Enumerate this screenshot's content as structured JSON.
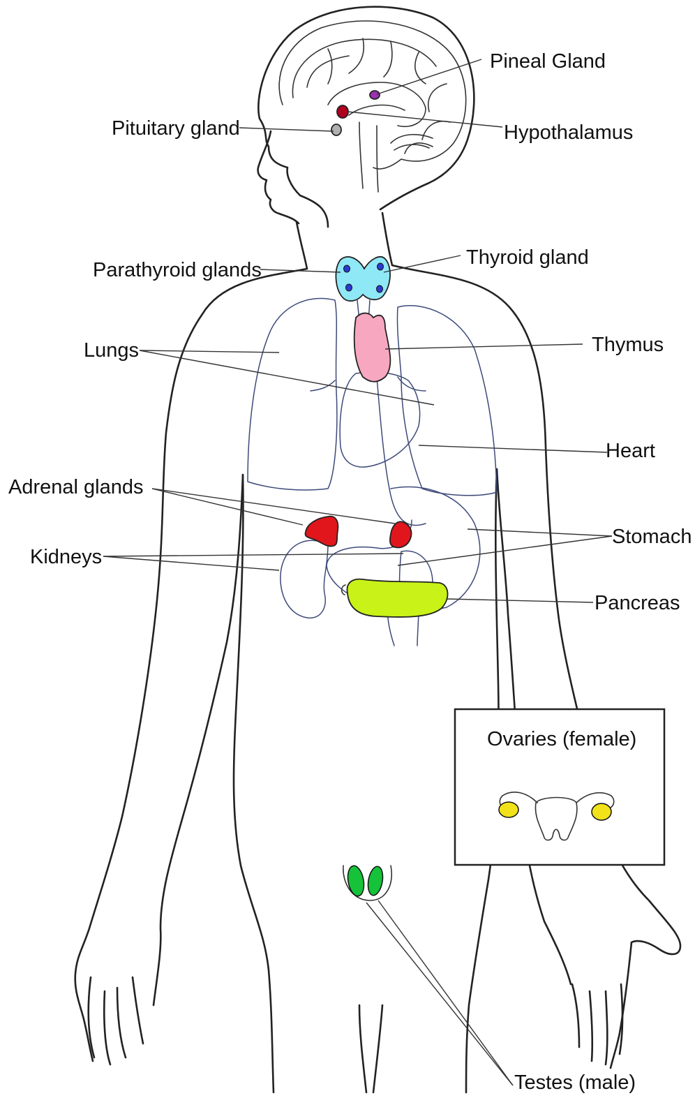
{
  "labels": {
    "pineal": "Pineal Gland",
    "pituitary": "Pituitary gland",
    "hypothalamus": "Hypothalamus",
    "parathyroid": "Parathyroid glands",
    "thyroid": "Thyroid gland",
    "lungs": "Lungs",
    "thymus": "Thymus",
    "heart": "Heart",
    "adrenal": "Adrenal glands",
    "kidneys": "Kidneys",
    "stomach": "Stomach",
    "pancreas": "Pancreas",
    "ovaries": "Ovaries (female)",
    "testes": "Testes (male)"
  },
  "colors": {
    "pineal": "#9b30b0",
    "pituitary": "#b00020",
    "thyroid": "#8fe8f5",
    "parathyroid": "#2a3bd1",
    "thymus": "#f7a8c0",
    "adrenal": "#e0161c",
    "pancreas": "#c8f218",
    "ovaries": "#f2e21a",
    "testes": "#16c23a"
  }
}
